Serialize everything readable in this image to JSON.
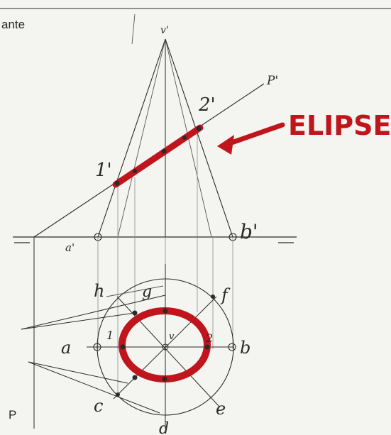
{
  "header": {
    "clipped_word": "ante"
  },
  "elevation": {
    "apex": "v'",
    "plane": "P'",
    "point_1": "1'",
    "point_2": "2'",
    "base_left": "a'",
    "base_right": "b'"
  },
  "plan": {
    "center": "v",
    "points": {
      "a": "a",
      "b": "b",
      "c": "c",
      "d": "d",
      "e": "e",
      "f": "f",
      "g": "g",
      "h": "h",
      "p1": "1",
      "p2": "2"
    },
    "plane_trace": "P"
  },
  "annotation": {
    "label": "ELIPSE",
    "color": "#c0151c"
  },
  "colors": {
    "ink": "#2a2a2a",
    "pencil": "#8a8a8a",
    "red": "#c0151c"
  }
}
